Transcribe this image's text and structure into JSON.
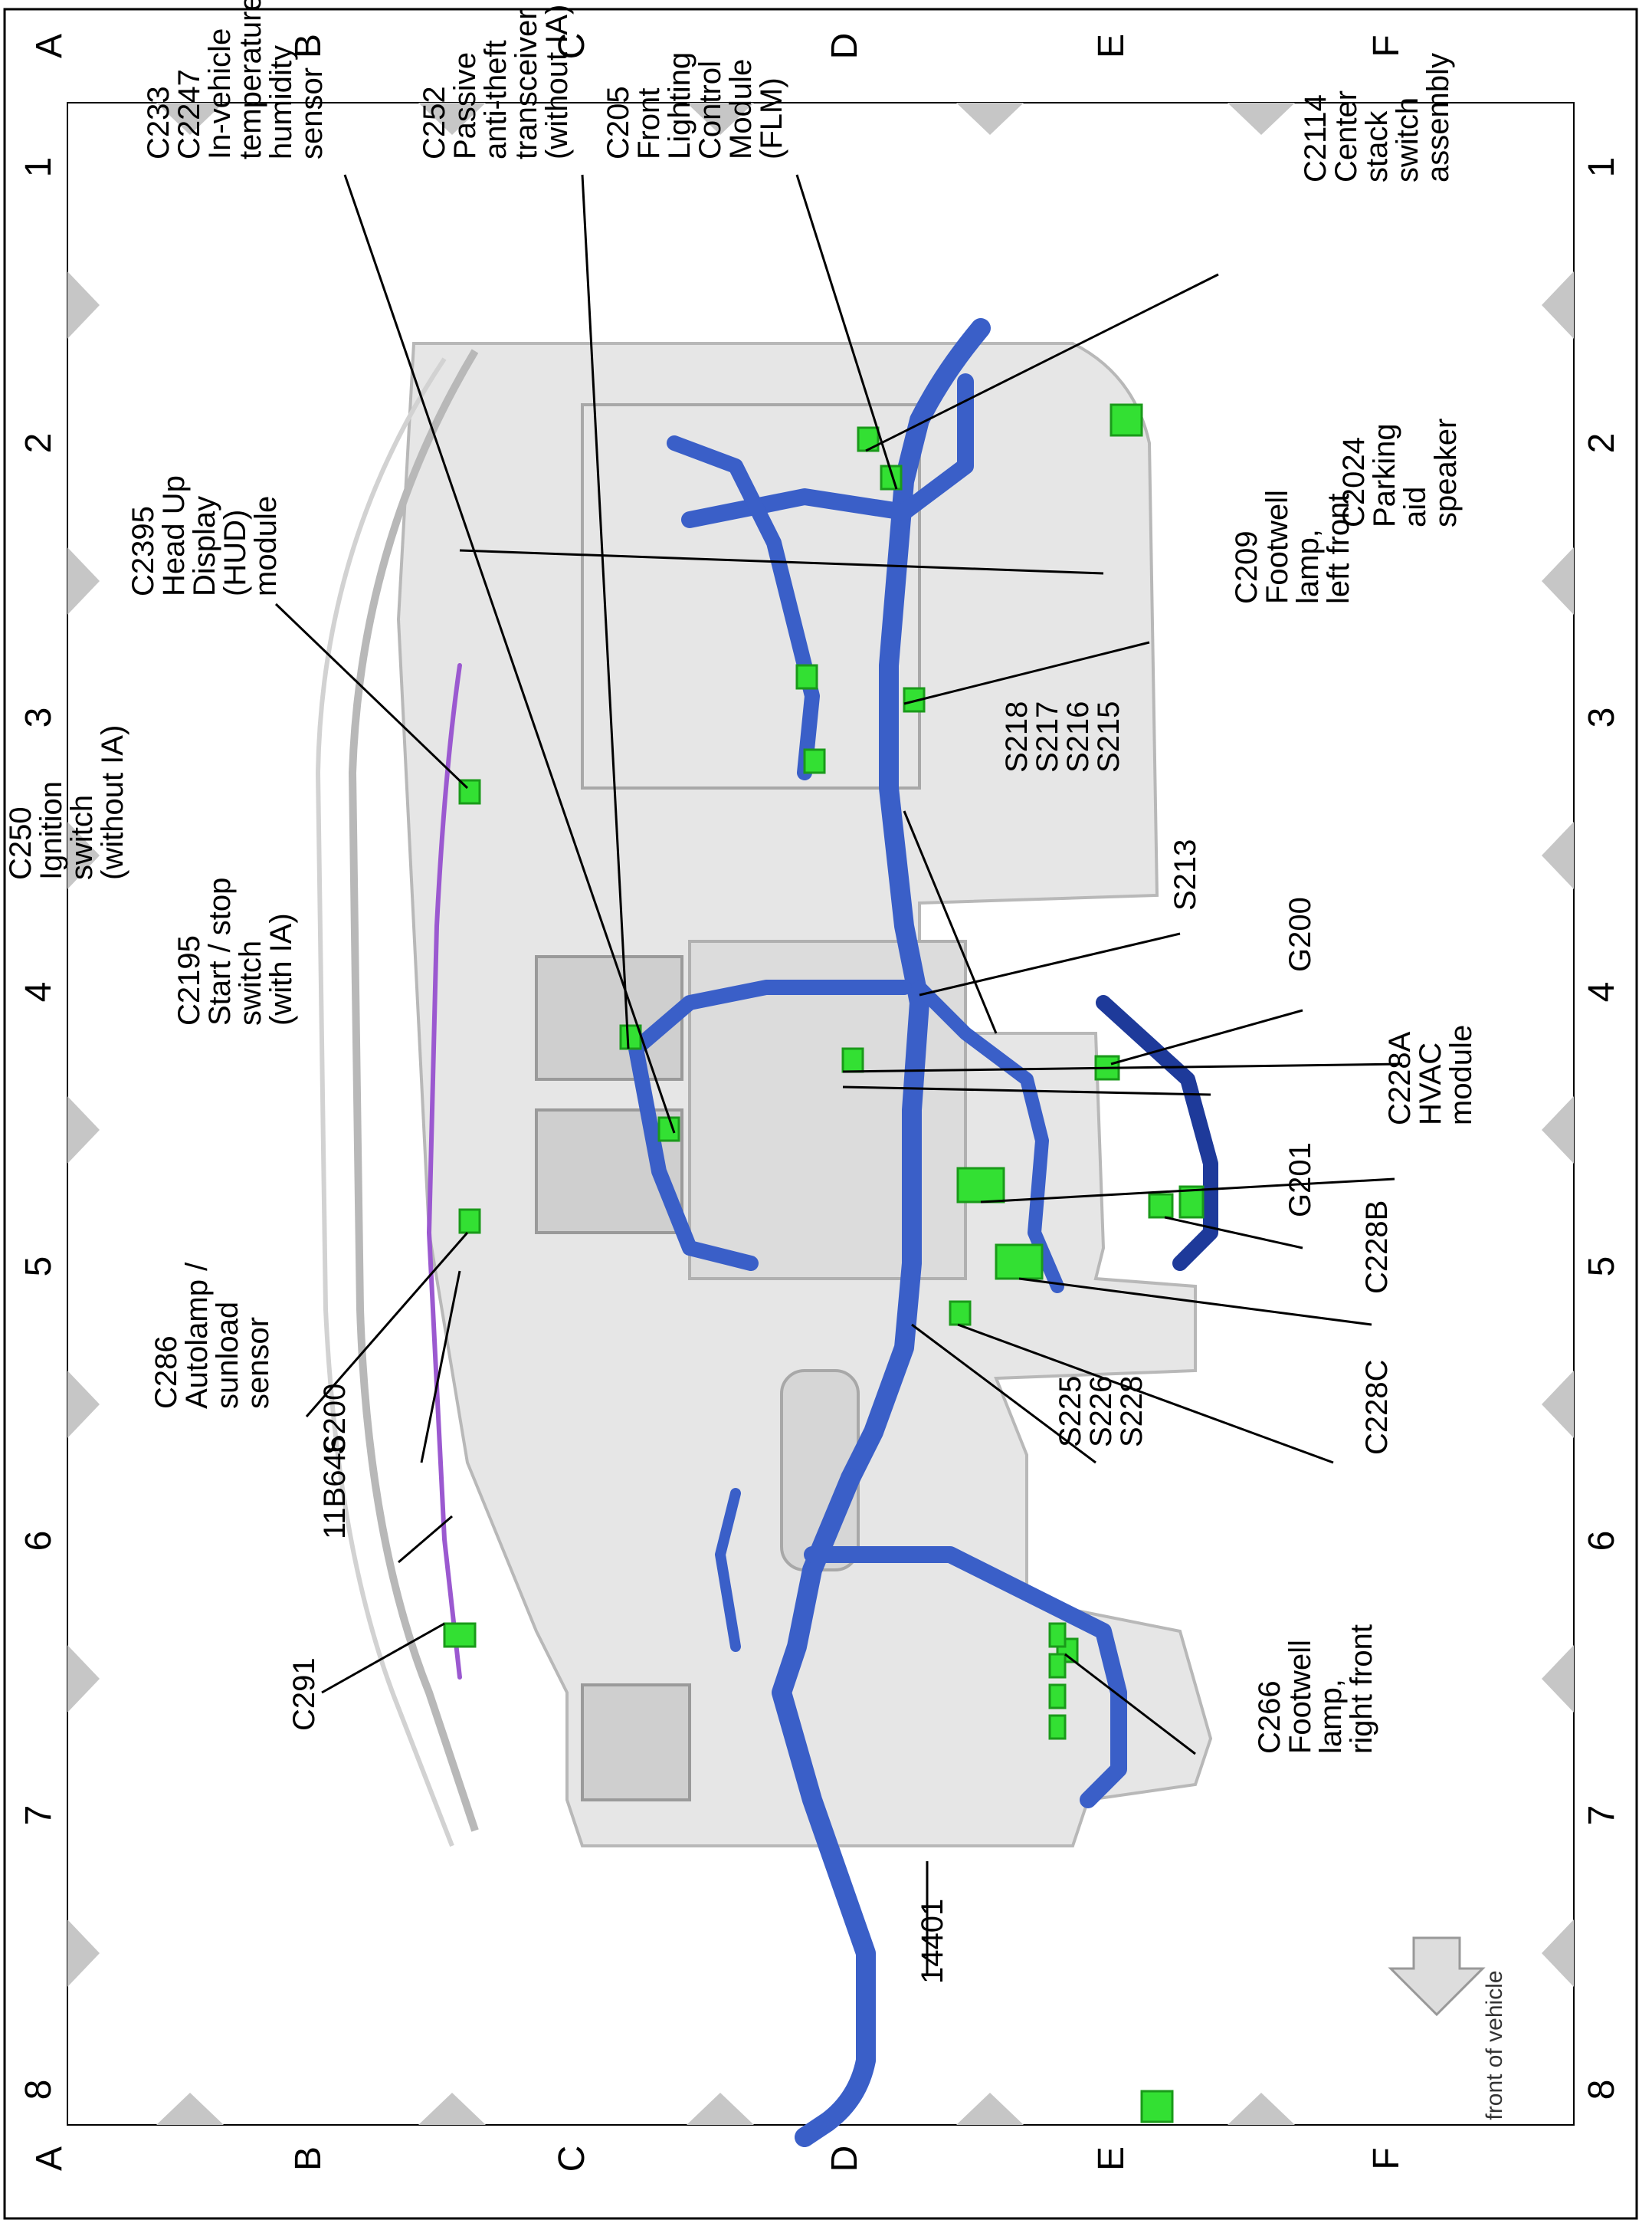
{
  "grid": {
    "numbers": [
      "1",
      "2",
      "3",
      "4",
      "5",
      "6",
      "7",
      "8"
    ],
    "letters": [
      "A",
      "B",
      "C",
      "D",
      "E",
      "F"
    ]
  },
  "colors": {
    "frame": "#000000",
    "triangle": "#c6c6c6",
    "harness": "#3a5fc8",
    "harness_dark": "#1e3a9a",
    "connector": "#33e033",
    "panel": "#e6e6e6",
    "panel_edge": "#b8b8b8",
    "purple_wire": "#9b59d0"
  },
  "callouts": {
    "c233": [
      "C233",
      "C2247",
      "In-vehicle",
      "temperature /",
      "humidity",
      "sensor"
    ],
    "c252": [
      "C252",
      "Passive",
      "anti-theft",
      "transceiver",
      "(without IA)"
    ],
    "c205": [
      "C205",
      "Front",
      "Lighting",
      "Control",
      "Module",
      "(FLM)"
    ],
    "c2114": [
      "C2114",
      "Center",
      "stack",
      "switch",
      "assembly"
    ],
    "c2395": [
      "C2395",
      "Head Up",
      "Display",
      "(HUD)",
      "module"
    ],
    "c2024": [
      "C2024",
      "Parking",
      "aid",
      "speaker"
    ],
    "c209": [
      "C209",
      "Footwell",
      "lamp,",
      "left front"
    ],
    "s218": [
      "S218",
      "S217",
      "S216",
      "S215"
    ],
    "c250": [
      "C250",
      "Ignition",
      "switch",
      "(without IA)"
    ],
    "c2195": [
      "C2195",
      "Start / stop",
      "switch",
      "(with IA)"
    ],
    "s213": [
      "S213"
    ],
    "g200": [
      "G200"
    ],
    "c228a": [
      "C228A",
      "HVAC",
      "module"
    ],
    "g201": [
      "G201"
    ],
    "c228b": [
      "C228B"
    ],
    "c228c": [
      "C228C"
    ],
    "s225": [
      "S225",
      "S226",
      "S228"
    ],
    "c286": [
      "C286",
      "Autolamp /",
      "sunload",
      "sensor"
    ],
    "s200": [
      "S200"
    ],
    "b11646": [
      "11B646"
    ],
    "c291": [
      "C291"
    ],
    "c266": [
      "C266",
      "Footwell",
      "lamp,",
      "right front"
    ],
    "h14401": [
      "14401"
    ]
  },
  "front_label": "front of vehicle"
}
